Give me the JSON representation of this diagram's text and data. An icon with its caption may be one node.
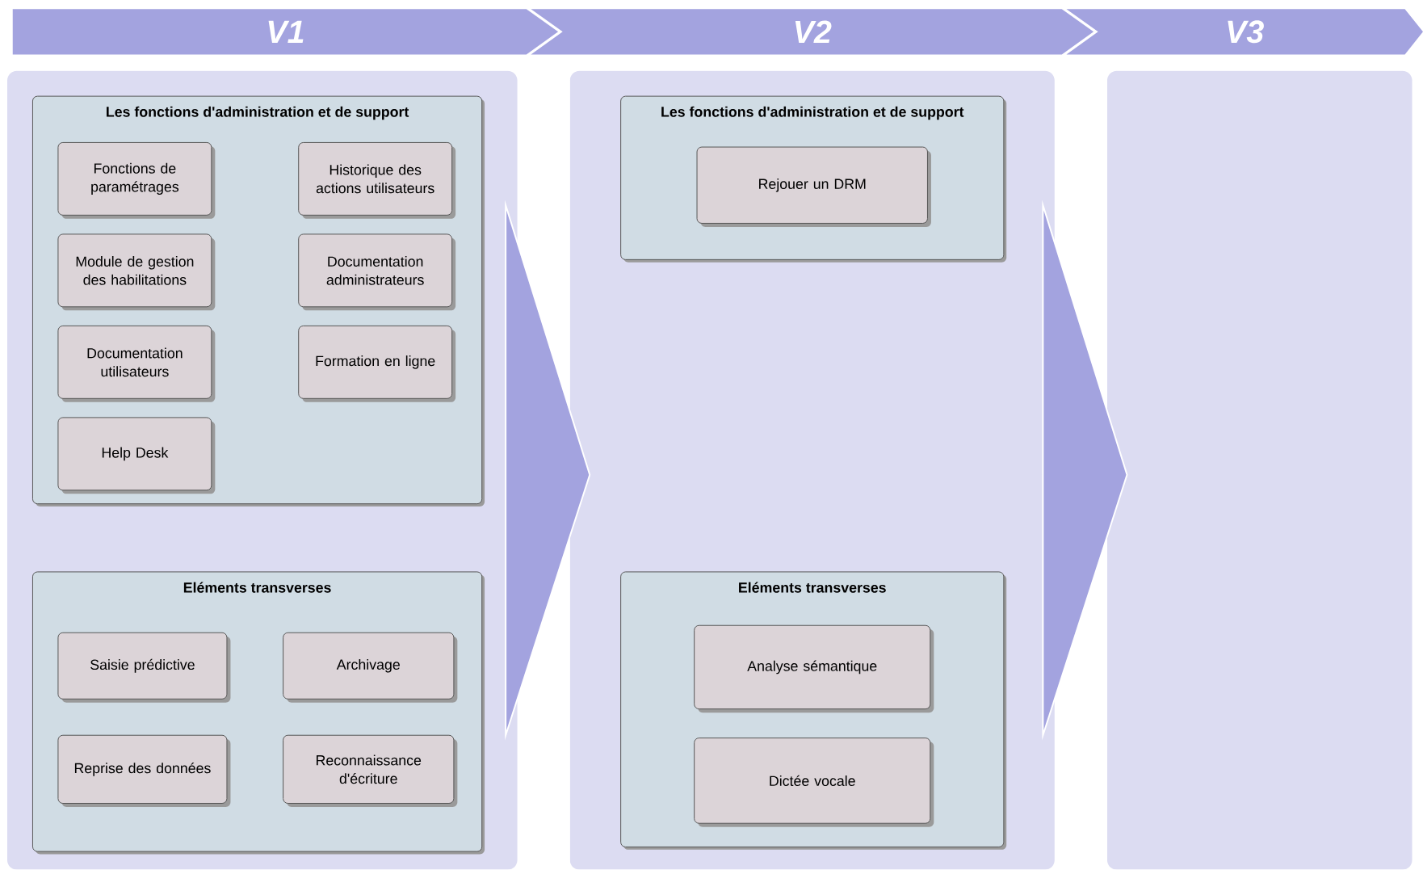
{
  "diagram": {
    "nodes": [
      {
        "text": [
          "V1"
        ]
      },
      {
        "text": [
          "V2"
        ]
      },
      {
        "text": [
          "V3"
        ]
      },
      {
        "text": [],
        "shape": "box"
      },
      {
        "text": [
          "Les fonctions d'administration et de support"
        ],
        "in": 3
      },
      {
        "text": [
          "Fonctions de paramétrages"
        ],
        "in": 4
      },
      {
        "text": [
          "Historique des actions utilisateurs"
        ],
        "in": 4
      },
      {
        "text": [
          "Module de gestion des habilitations"
        ],
        "in": 4
      },
      {
        "text": [
          "Documentation administrateurs"
        ],
        "in": 4
      },
      {
        "text": [
          "Documentation utilisateurs"
        ],
        "in": 4
      },
      {
        "text": [
          "Formation en ligne"
        ],
        "in": 4
      },
      {
        "text": [
          "Help Desk"
        ],
        "in": 4
      },
      {
        "text": [
          "Eléments transverses"
        ],
        "in": 3
      },
      {
        "text": [
          "Saisie prédictive"
        ],
        "in": 12
      },
      {
        "text": [
          "Archivage"
        ],
        "in": 12
      },
      {
        "text": [
          "Reprise des données"
        ],
        "in": 12
      },
      {
        "text": [
          "Reconnaissance d'écriture"
        ],
        "in": 12
      },
      {
        "text": [],
        "shape": "box"
      },
      {
        "text": [
          "Les fonctions d'administration et de support"
        ],
        "in": 17
      },
      {
        "text": [
          "Rejouer un DRM"
        ],
        "in": 18
      },
      {
        "text": [
          "Eléments transverses"
        ],
        "in": 17
      },
      {
        "text": [
          "Analyse sémantique"
        ],
        "in": 20
      },
      {
        "text": [
          "Dictée vocale"
        ],
        "in": 20
      },
      {
        "text": [],
        "shape": "box"
      }
    ],
    "edges": [
      {
        "from": 3,
        "to": 17,
        "arrow": "to"
      },
      {
        "from": 17,
        "to": 23,
        "arrow": "to"
      }
    ]
  }
}
